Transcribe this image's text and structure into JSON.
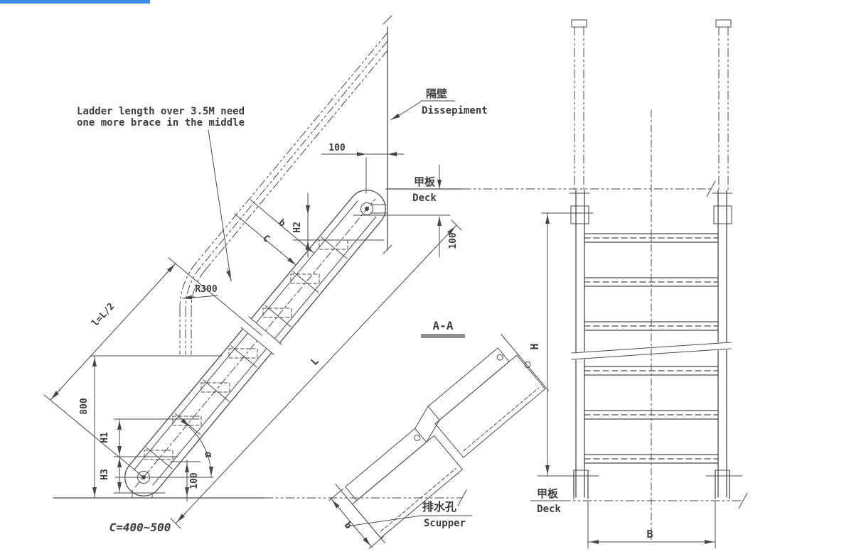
{
  "page": {
    "loading_bar_color": "#3c8ee9"
  },
  "note": {
    "line1": "Ladder length over 3.5M need",
    "line2": "one more brace in the middle"
  },
  "labels": {
    "bulkhead_cn": "隔壁",
    "bulkhead_en": "Dissepiment",
    "deck_cn": "甲板",
    "deck_en": "Deck",
    "scupper_cn": "排水孔",
    "scupper_en": "Scupper"
  },
  "side_view": {
    "dim_top_offset": "100",
    "dim_below_deck": "100",
    "dim_h2": "H2",
    "dim_c": "C",
    "dim_b": "b",
    "dim_radius": "R300",
    "dim_half_length": "l=L/2",
    "dim_rail_height": "800",
    "dim_h1": "H1",
    "dim_h3": "H3",
    "dim_base_height": "100",
    "dim_angle": "α",
    "dim_length": "L",
    "dim_step_spacing": "C=400~500"
  },
  "section_view": {
    "title": "A-A",
    "dim_b": "b"
  },
  "front_view": {
    "dim_height": "H",
    "dim_width": "B"
  }
}
